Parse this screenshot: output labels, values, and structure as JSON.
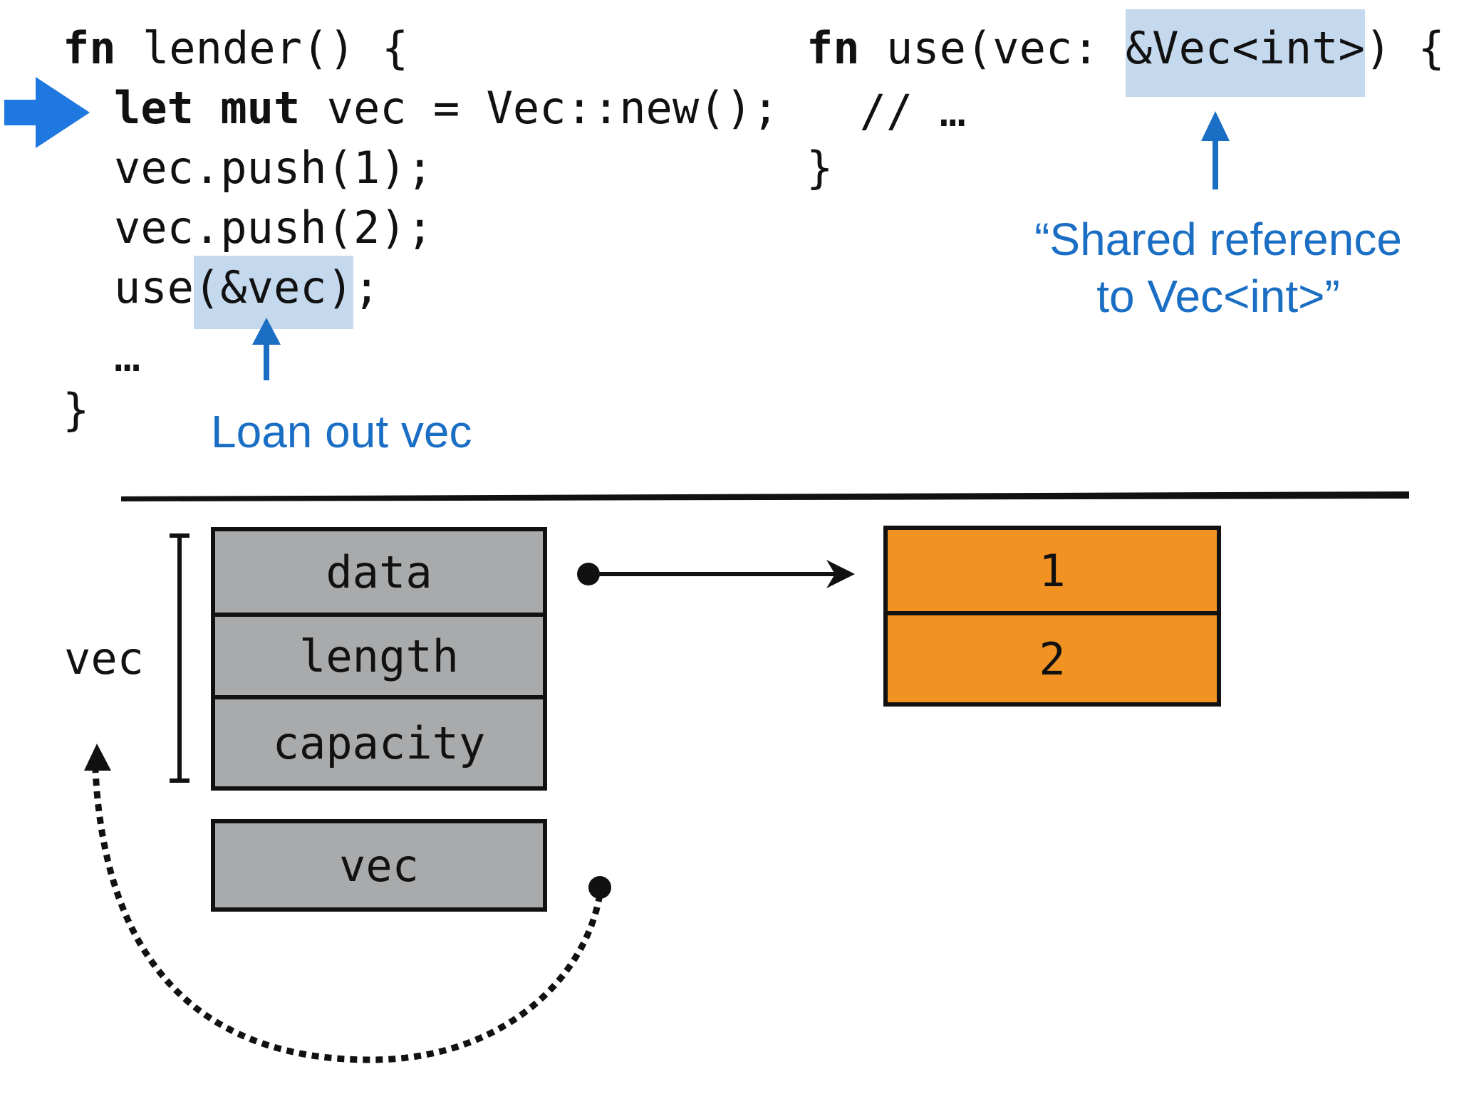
{
  "code_left": {
    "line1_kw": "fn",
    "line1_rest": " lender() {",
    "line2_kw1": "let",
    "line2_kw2": "mut",
    "line2_rest": " vec = Vec::new();",
    "line3": "vec.push(1);",
    "line4": "vec.push(2);",
    "line5_pre": "use",
    "line5_hl": "(&vec)",
    "line5_post": ";",
    "line6": "…",
    "line7": "}"
  },
  "code_right": {
    "line1_kw": "fn",
    "line1_pre": " use(vec: ",
    "line1_hl": "&Vec<int>",
    "line1_post": ") {",
    "line2": "  // …",
    "line3": "}"
  },
  "annotations": {
    "loan": "Loan out vec",
    "shared_line1": "“Shared reference",
    "shared_line2": "to Vec<int>”"
  },
  "memory": {
    "vec_label": "vec",
    "fields": [
      "data",
      "length",
      "capacity"
    ],
    "ref_cell": "vec",
    "heap_values": [
      "1",
      "2"
    ]
  },
  "colors": {
    "accent_blue": "#1a6ec3",
    "pointer_arrow": "#1e78e0",
    "highlight": "#c5d9ee",
    "stack_cell": "#a9aaab",
    "heap_cell": "#f19222"
  }
}
